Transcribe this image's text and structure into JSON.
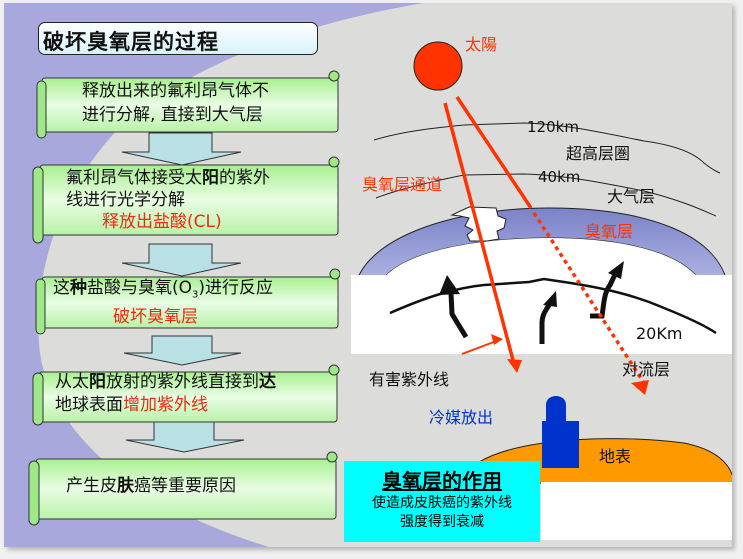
{
  "title": "破坏臭氧层的过程",
  "steps": [
    {
      "line1": "释放出来的氟利昂气体不",
      "line2": "进行分解, 直接到大气层"
    },
    {
      "line1_a": "氟利昂气体接受太",
      "line1_b": "阳",
      "line1_c": "的紫外",
      "line2": "线进行光学分解",
      "line3_red": "释放出盐酸(CL)"
    },
    {
      "line1_a": "这",
      "line1_b": "种",
      "line1_c": "盐酸与臭氧(O",
      "sub": "3",
      "line1_d": ")进行反应",
      "line2_red": "破坏臭氧层"
    },
    {
      "line1_a": "从太",
      "line1_b": "阳",
      "line1_c": "放射的紫外线直接到",
      "line1_d": "达",
      "line2_a": "地球表面",
      "line2_red": "增加紫外线"
    },
    {
      "line1_a": "产生皮",
      "line1_b": "肤",
      "line1_c": "癌等重要原因"
    }
  ],
  "diagram": {
    "sun_label": "太陽",
    "alt_120": "120km",
    "thermosphere": "超高层圏",
    "ozone_hole_label": "臭氧层通道",
    "alt_40": "40km",
    "atmosphere": "大气层",
    "ozone_layer": "臭氧层",
    "alt_20": "20Km",
    "harmful_uv": "有害紫外线",
    "troposphere": "对流层",
    "refrigerant": "冷媒放出",
    "ground": "地表"
  },
  "info": {
    "heading": "臭氧层的作用",
    "line1": "使造成皮肤癌的紫外线",
    "line2": "强度得到衰减"
  },
  "colors": {
    "scroll_green": "#c8f5c0",
    "arrow_fill": "#b9e0e4",
    "sun": "#ff3300",
    "ozone_band": "#8c94d4",
    "ground": "#ff9900",
    "tower": "#0033cc",
    "info_bg": "#00ffff",
    "purple_bg": "#a9a8dd"
  }
}
